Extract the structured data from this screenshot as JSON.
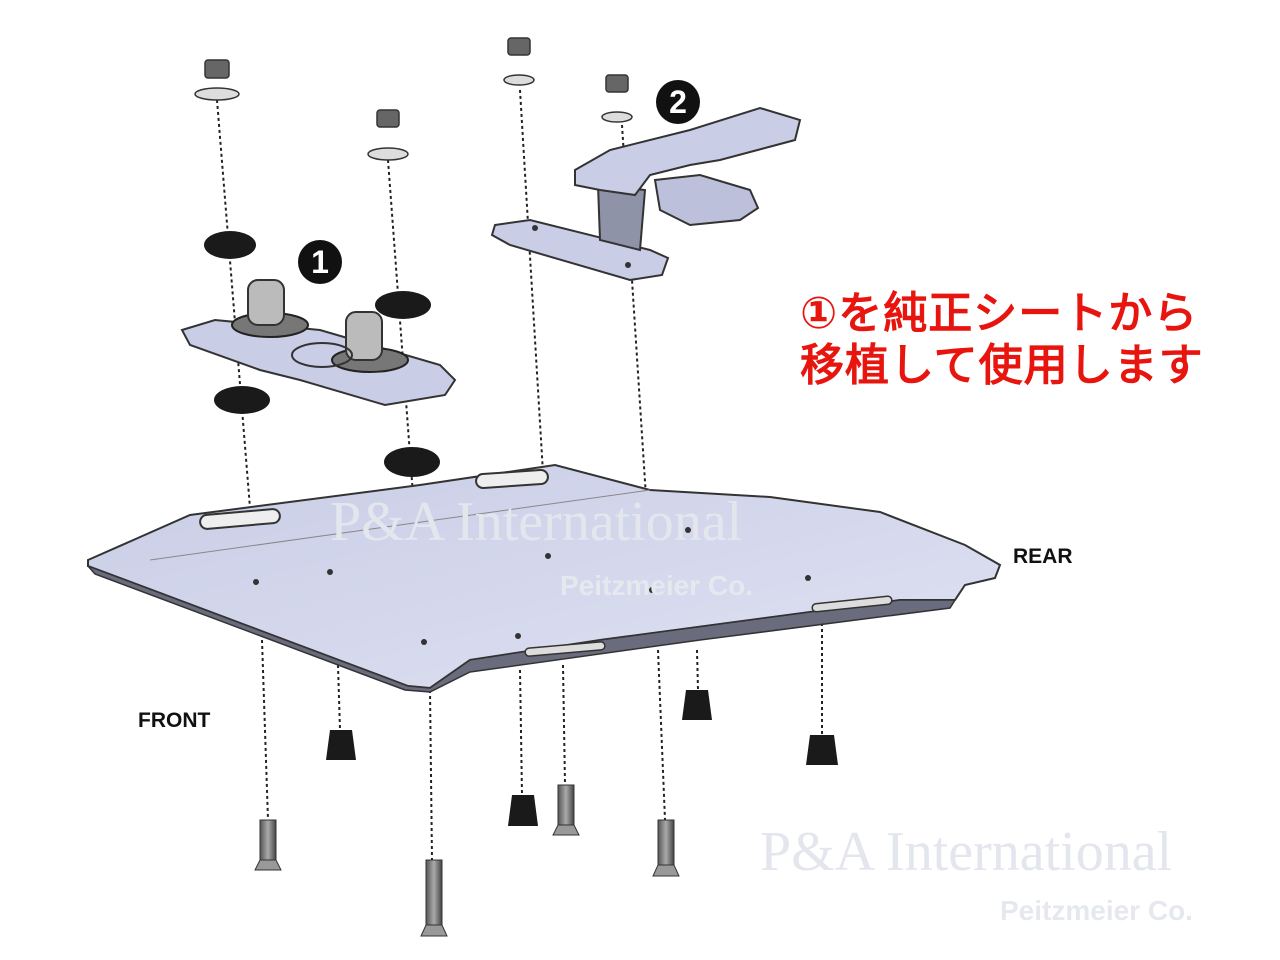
{
  "labels": {
    "front": "FRONT",
    "rear": "REAR"
  },
  "markers": [
    {
      "number": "1",
      "part": "seat-latch-bracket"
    },
    {
      "number": "2",
      "part": "hook-bracket"
    }
  ],
  "note": {
    "line1": "①を純正シートから",
    "line2": "移植して使用します",
    "color": "#e8140e"
  },
  "watermark": {
    "brand": "P&A International",
    "sub": "Peitzmeier Co."
  }
}
